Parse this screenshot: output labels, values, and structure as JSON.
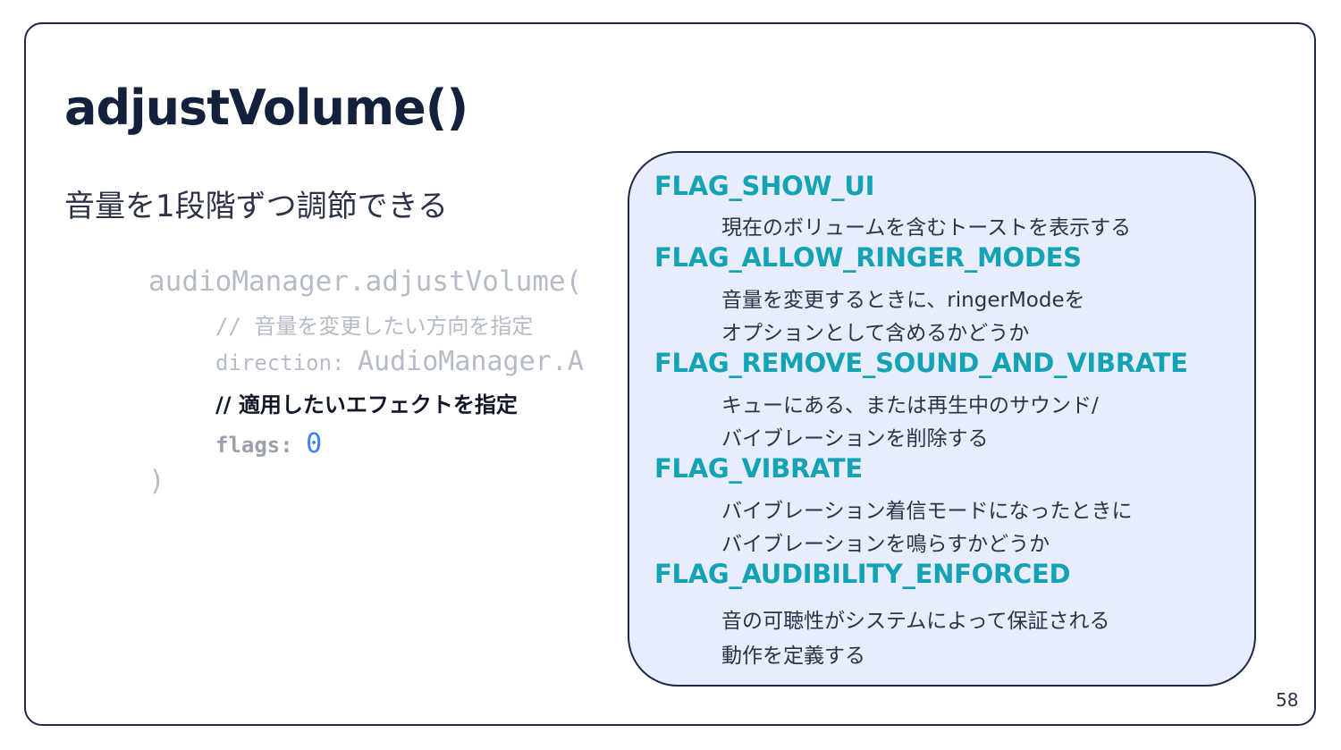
{
  "slide": {
    "title": "adjustVolume()",
    "subtitle": "音量を1段階ずつ調節できる",
    "page_number": "58"
  },
  "code": {
    "line1": "audioManager.adjustVolume(",
    "comment1": "// 音量を変更したい方向を指定",
    "direction_label": "direction: ",
    "direction_value": "AudioManager.A",
    "comment2": "//  適用したいエフェクトを指定",
    "flags_label": "flags: ",
    "flags_value": "0",
    "close": ")"
  },
  "flags": [
    {
      "name": "FLAG_SHOW_UI",
      "desc": [
        "現在のボリュームを含むトーストを表示する"
      ]
    },
    {
      "name": "FLAG_ALLOW_RINGER_MODES",
      "desc": [
        "音量を変更するときに、ringerModeを",
        "オプションとして含めるかどうか"
      ]
    },
    {
      "name": "FLAG_REMOVE_SOUND_AND_VIBRATE",
      "desc": [
        "キューにある、または再生中のサウンド/",
        "バイブレーションを削除する"
      ]
    },
    {
      "name": "FLAG_VIBRATE",
      "desc": [
        "バイブレーション着信モードになったときに",
        "バイブレーションを鳴らすかどうか"
      ]
    },
    {
      "name": "FLAG_AUDIBILITY_ENFORCED",
      "desc": [
        "音の可聴性がシステムによって保証される",
        "動作を定義する"
      ]
    }
  ]
}
